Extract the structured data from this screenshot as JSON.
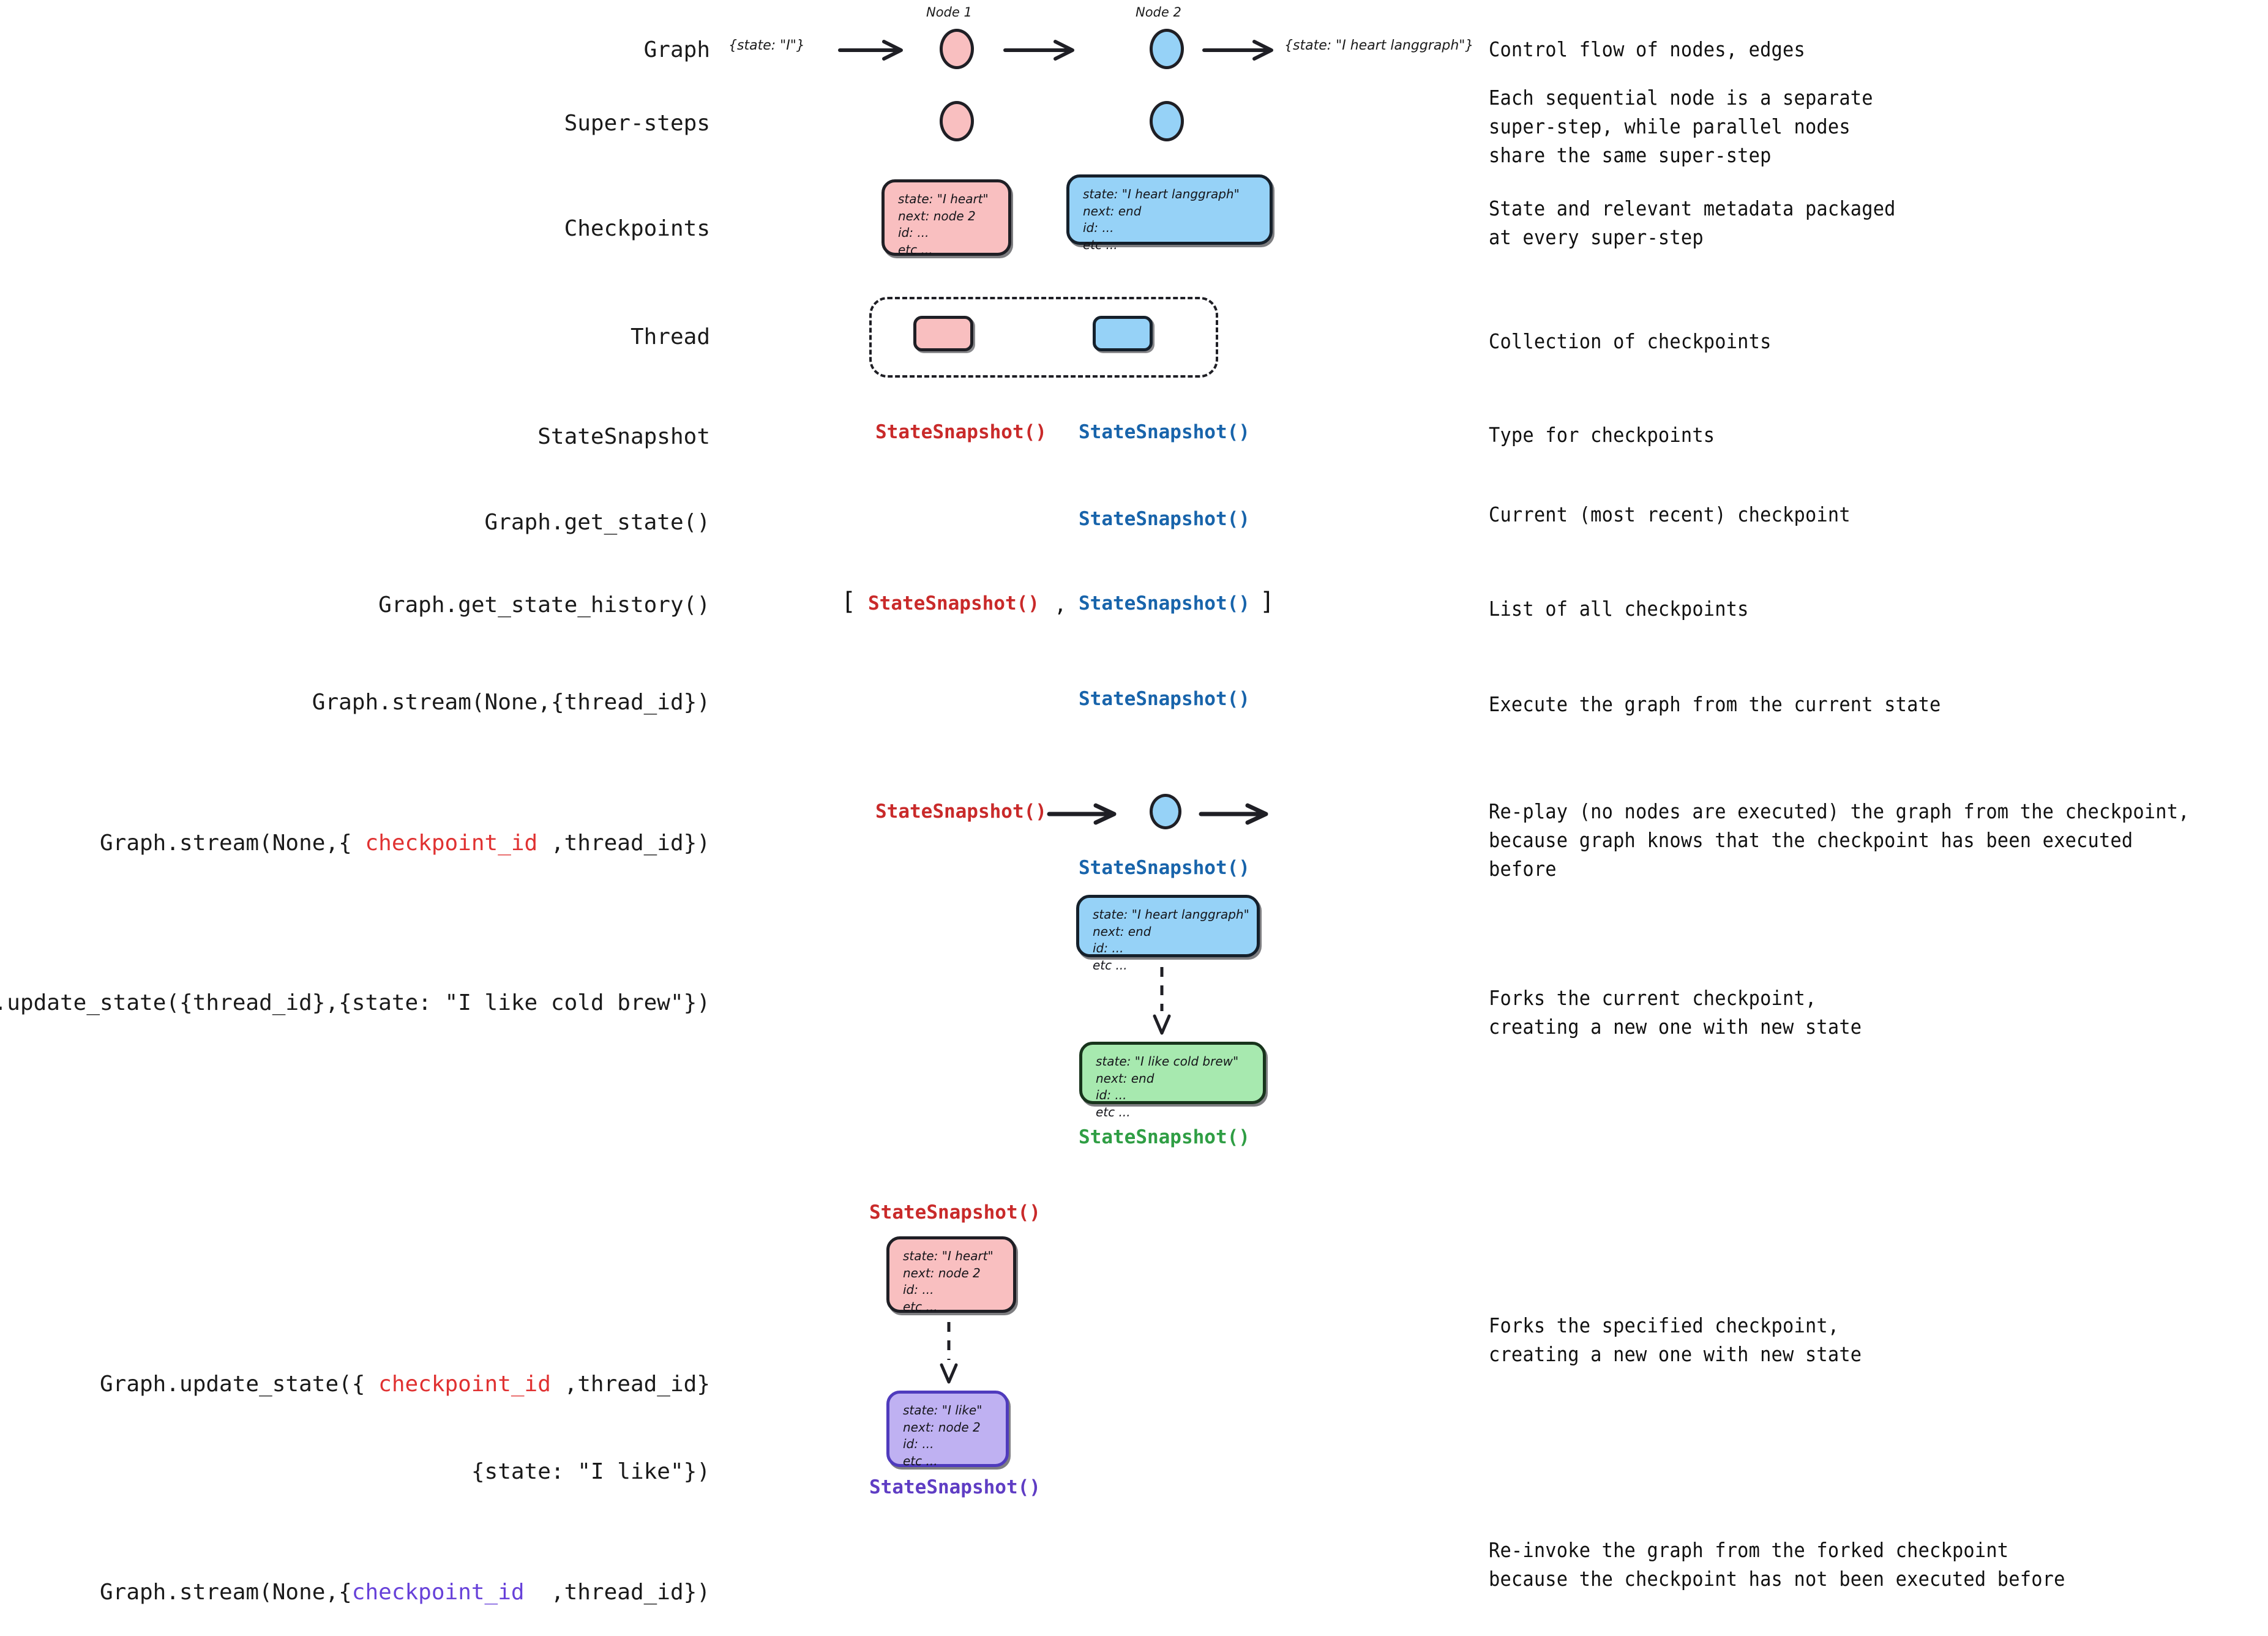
{
  "rows": [
    {
      "id": "graph",
      "label": "Graph",
      "description": "Control flow of nodes, edges"
    },
    {
      "id": "super-steps",
      "label": "Super-steps",
      "description": "Each sequential node is a separate\nsuper-step, while parallel nodes\nshare the same super-step"
    },
    {
      "id": "checkpoints",
      "label": "Checkpoints",
      "description": "State and relevant metadata packaged\nat every super-step"
    },
    {
      "id": "thread",
      "label": "Thread",
      "description": "Collection of checkpoints"
    },
    {
      "id": "statesnapshot",
      "label": "StateSnapshot",
      "description": "Type for checkpoints"
    },
    {
      "id": "get-state",
      "label": "Graph.get_state()",
      "description": "Current (most recent) checkpoint"
    },
    {
      "id": "get-state-history",
      "label": "Graph.get_state_history()",
      "description": "List of all checkpoints"
    },
    {
      "id": "stream-thread",
      "label": "Graph.stream(None,{thread_id})",
      "description": "Execute the graph from the current state"
    },
    {
      "id": "stream-checkpoint",
      "label_prefix": "Graph.stream(None,{ ",
      "label_token": "checkpoint_id",
      "label_suffix": " ,thread_id})",
      "description": "Re-play (no nodes are executed) the graph from the checkpoint,\nbecause graph knows that the checkpoint has been executed before"
    },
    {
      "id": "update-state-thread",
      "label": "Graph.update_state({thread_id},{state: \"I like cold brew\"})",
      "description": "Forks the current checkpoint,\ncreating a new one with new state"
    },
    {
      "id": "update-state-checkpoint",
      "label_prefix": "Graph.update_state({ ",
      "label_token": "checkpoint_id",
      "label_suffix": " ,thread_id}",
      "label_line2": "{state: \"I like\"})",
      "description": "Forks the specified checkpoint,\ncreating a new one with new state"
    },
    {
      "id": "stream-forked",
      "label_prefix": "Graph.stream(None,{",
      "label_token": "checkpoint_id",
      "label_suffix": "  ,thread_id})",
      "description": "Re-invoke the graph from the forked checkpoint\nbecause the checkpoint has not been executed before"
    }
  ],
  "graph_row": {
    "node1_caption": "Node 1",
    "node2_caption": "Node 2",
    "input_state": "{state: \"I\"}",
    "output_state": "{state: \"I heart langgraph\"}"
  },
  "checkpoint_cards": {
    "pink_heart": {
      "lines": [
        "state: \"I heart\"",
        "next: node 2",
        "id: ...",
        "etc ..."
      ]
    },
    "blue_langgraph": {
      "lines": [
        "state: \"I heart langgraph\"",
        "next: end",
        "id: ...",
        "etc ..."
      ]
    },
    "green_cold_brew": {
      "lines": [
        "state: \"I like cold brew\"",
        "next: end",
        "id: ...",
        "etc ..."
      ]
    },
    "violet_i_like": {
      "lines": [
        "state: \"I like\"",
        "next: node 2",
        "id: ...",
        "etc ..."
      ]
    }
  },
  "snapshot_label": "StateSnapshot()",
  "list_brackets": {
    "open": "[",
    "close": "]",
    "separator": ","
  },
  "colors": {
    "node_pink": "#F9BFC0",
    "node_blue": "#96D2F7",
    "card_green": "#A7E9AF",
    "card_violet": "#BFB1F2",
    "snapshot_red": "#c92a2a",
    "snapshot_blue": "#1864ab",
    "snapshot_green": "#2f9e44",
    "snapshot_violet": "#5f3dc4",
    "token_red": "#e03131",
    "token_violet": "#6741d9",
    "stroke": "#1f1f25",
    "background": "#ffffff"
  }
}
